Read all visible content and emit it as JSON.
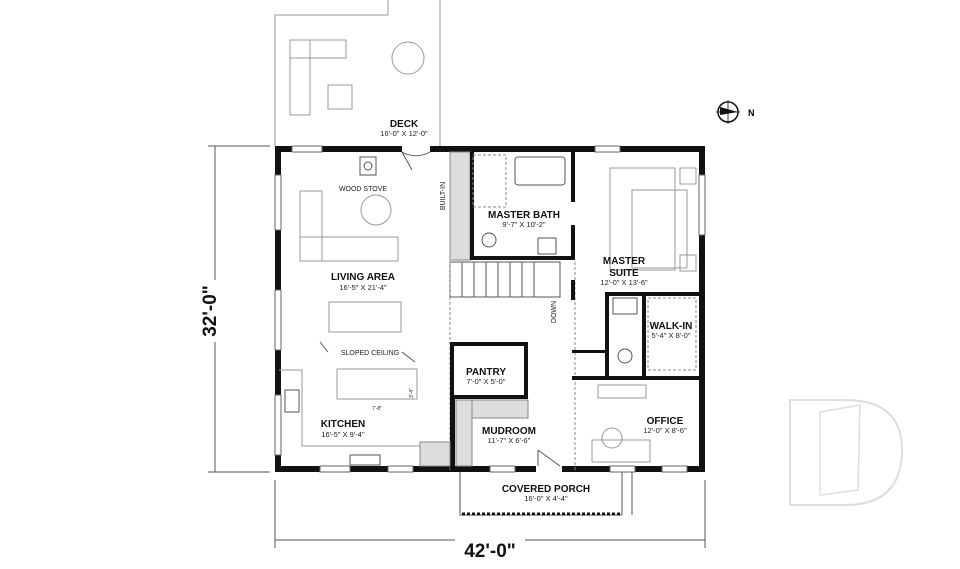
{
  "rooms": {
    "deck": {
      "name": "DECK",
      "size": "16'-0\" X 12'-0\""
    },
    "living": {
      "name": "LIVING AREA",
      "size": "16'-5\" X 21'-4\""
    },
    "master_bath": {
      "name": "MASTER BATH",
      "size": "9'-7\" X 10'-2\""
    },
    "master_suite": {
      "name_line1": "MASTER",
      "name_line2": "SUITE",
      "size": "12'-0\" X 13'-6\""
    },
    "walk_in": {
      "name": "WALK-IN",
      "size": "5'-4\" X 8'-0\""
    },
    "pantry": {
      "name": "PANTRY",
      "size": "7'-0\" X 5'-0\""
    },
    "kitchen": {
      "name": "KITCHEN",
      "size": "16'-5\" X 9'-4\""
    },
    "mudroom": {
      "name": "MUDROOM",
      "size": "11'-7\" X 6'-6\""
    },
    "office": {
      "name": "OFFICE",
      "size": "12'-0\" X 8'-6\""
    },
    "porch": {
      "name": "COVERED PORCH",
      "size": "16'-0\" X 4'-4\""
    }
  },
  "notes": {
    "wood_stove": "WOOD STOVE",
    "built_in": "BUILT-IN",
    "sloped_ceiling": "SLOPED CEILING",
    "down": "DOWN",
    "island_length": "7'-8\"",
    "island_depth": "3'-4\""
  },
  "dimensions": {
    "depth": "32'-0\"",
    "width": "42'-0\""
  },
  "compass": {
    "label": "N",
    "icon": "compass-icon"
  },
  "watermark": {
    "icon": "d-logo-watermark"
  }
}
